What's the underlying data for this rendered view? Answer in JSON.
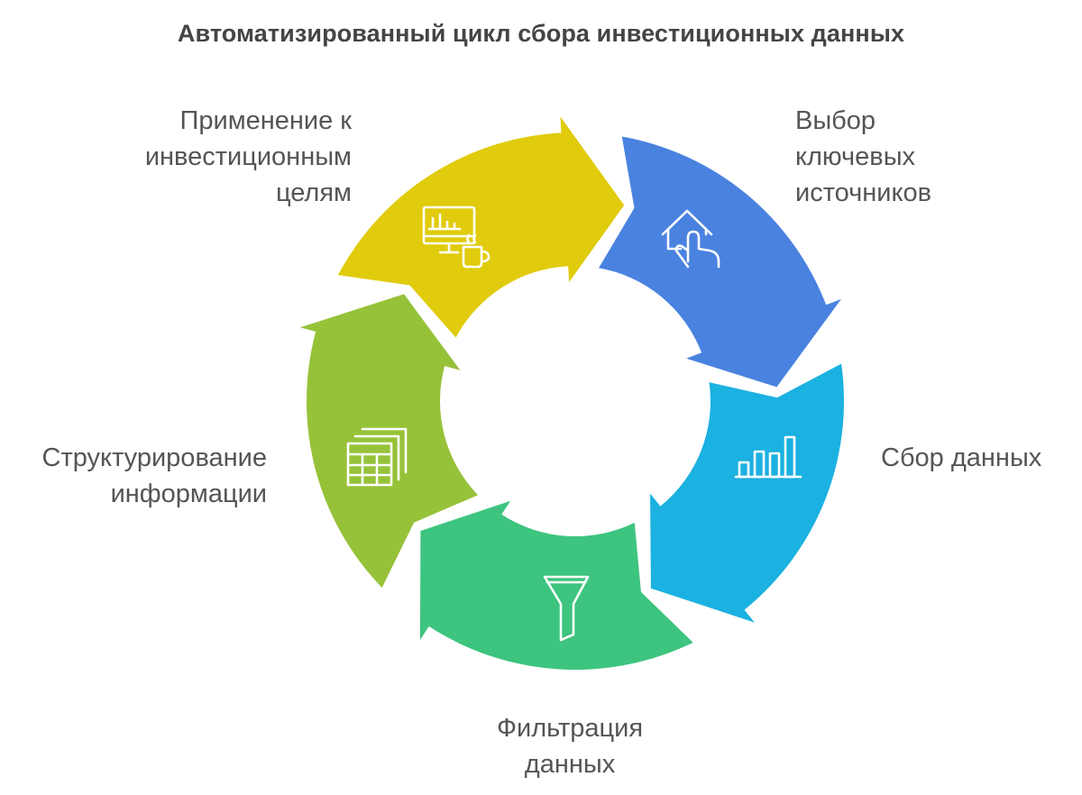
{
  "title": "Автоматизированный цикл сбора инвестиционных данных",
  "steps": [
    {
      "id": "select-sources",
      "label_lines": [
        "Выбор",
        "ключевых",
        "источников"
      ],
      "color": "#4a82e0",
      "icon": "house-hand-icon"
    },
    {
      "id": "collect-data",
      "label_lines": [
        "Сбор данных"
      ],
      "color": "#1bb1e0",
      "icon": "bar-chart-icon"
    },
    {
      "id": "filter-data",
      "label_lines": [
        "Фильтрация",
        "данных"
      ],
      "color": "#3dc47e",
      "icon": "funnel-icon"
    },
    {
      "id": "structure-info",
      "label_lines": [
        "Структурирование",
        "информации"
      ],
      "color": "#96c239",
      "icon": "spreadsheet-icon"
    },
    {
      "id": "apply-goals",
      "label_lines": [
        "Применение к",
        "инвестиционным",
        "целям"
      ],
      "color": "#e0cb0c",
      "icon": "monitor-coffee-icon"
    }
  ]
}
